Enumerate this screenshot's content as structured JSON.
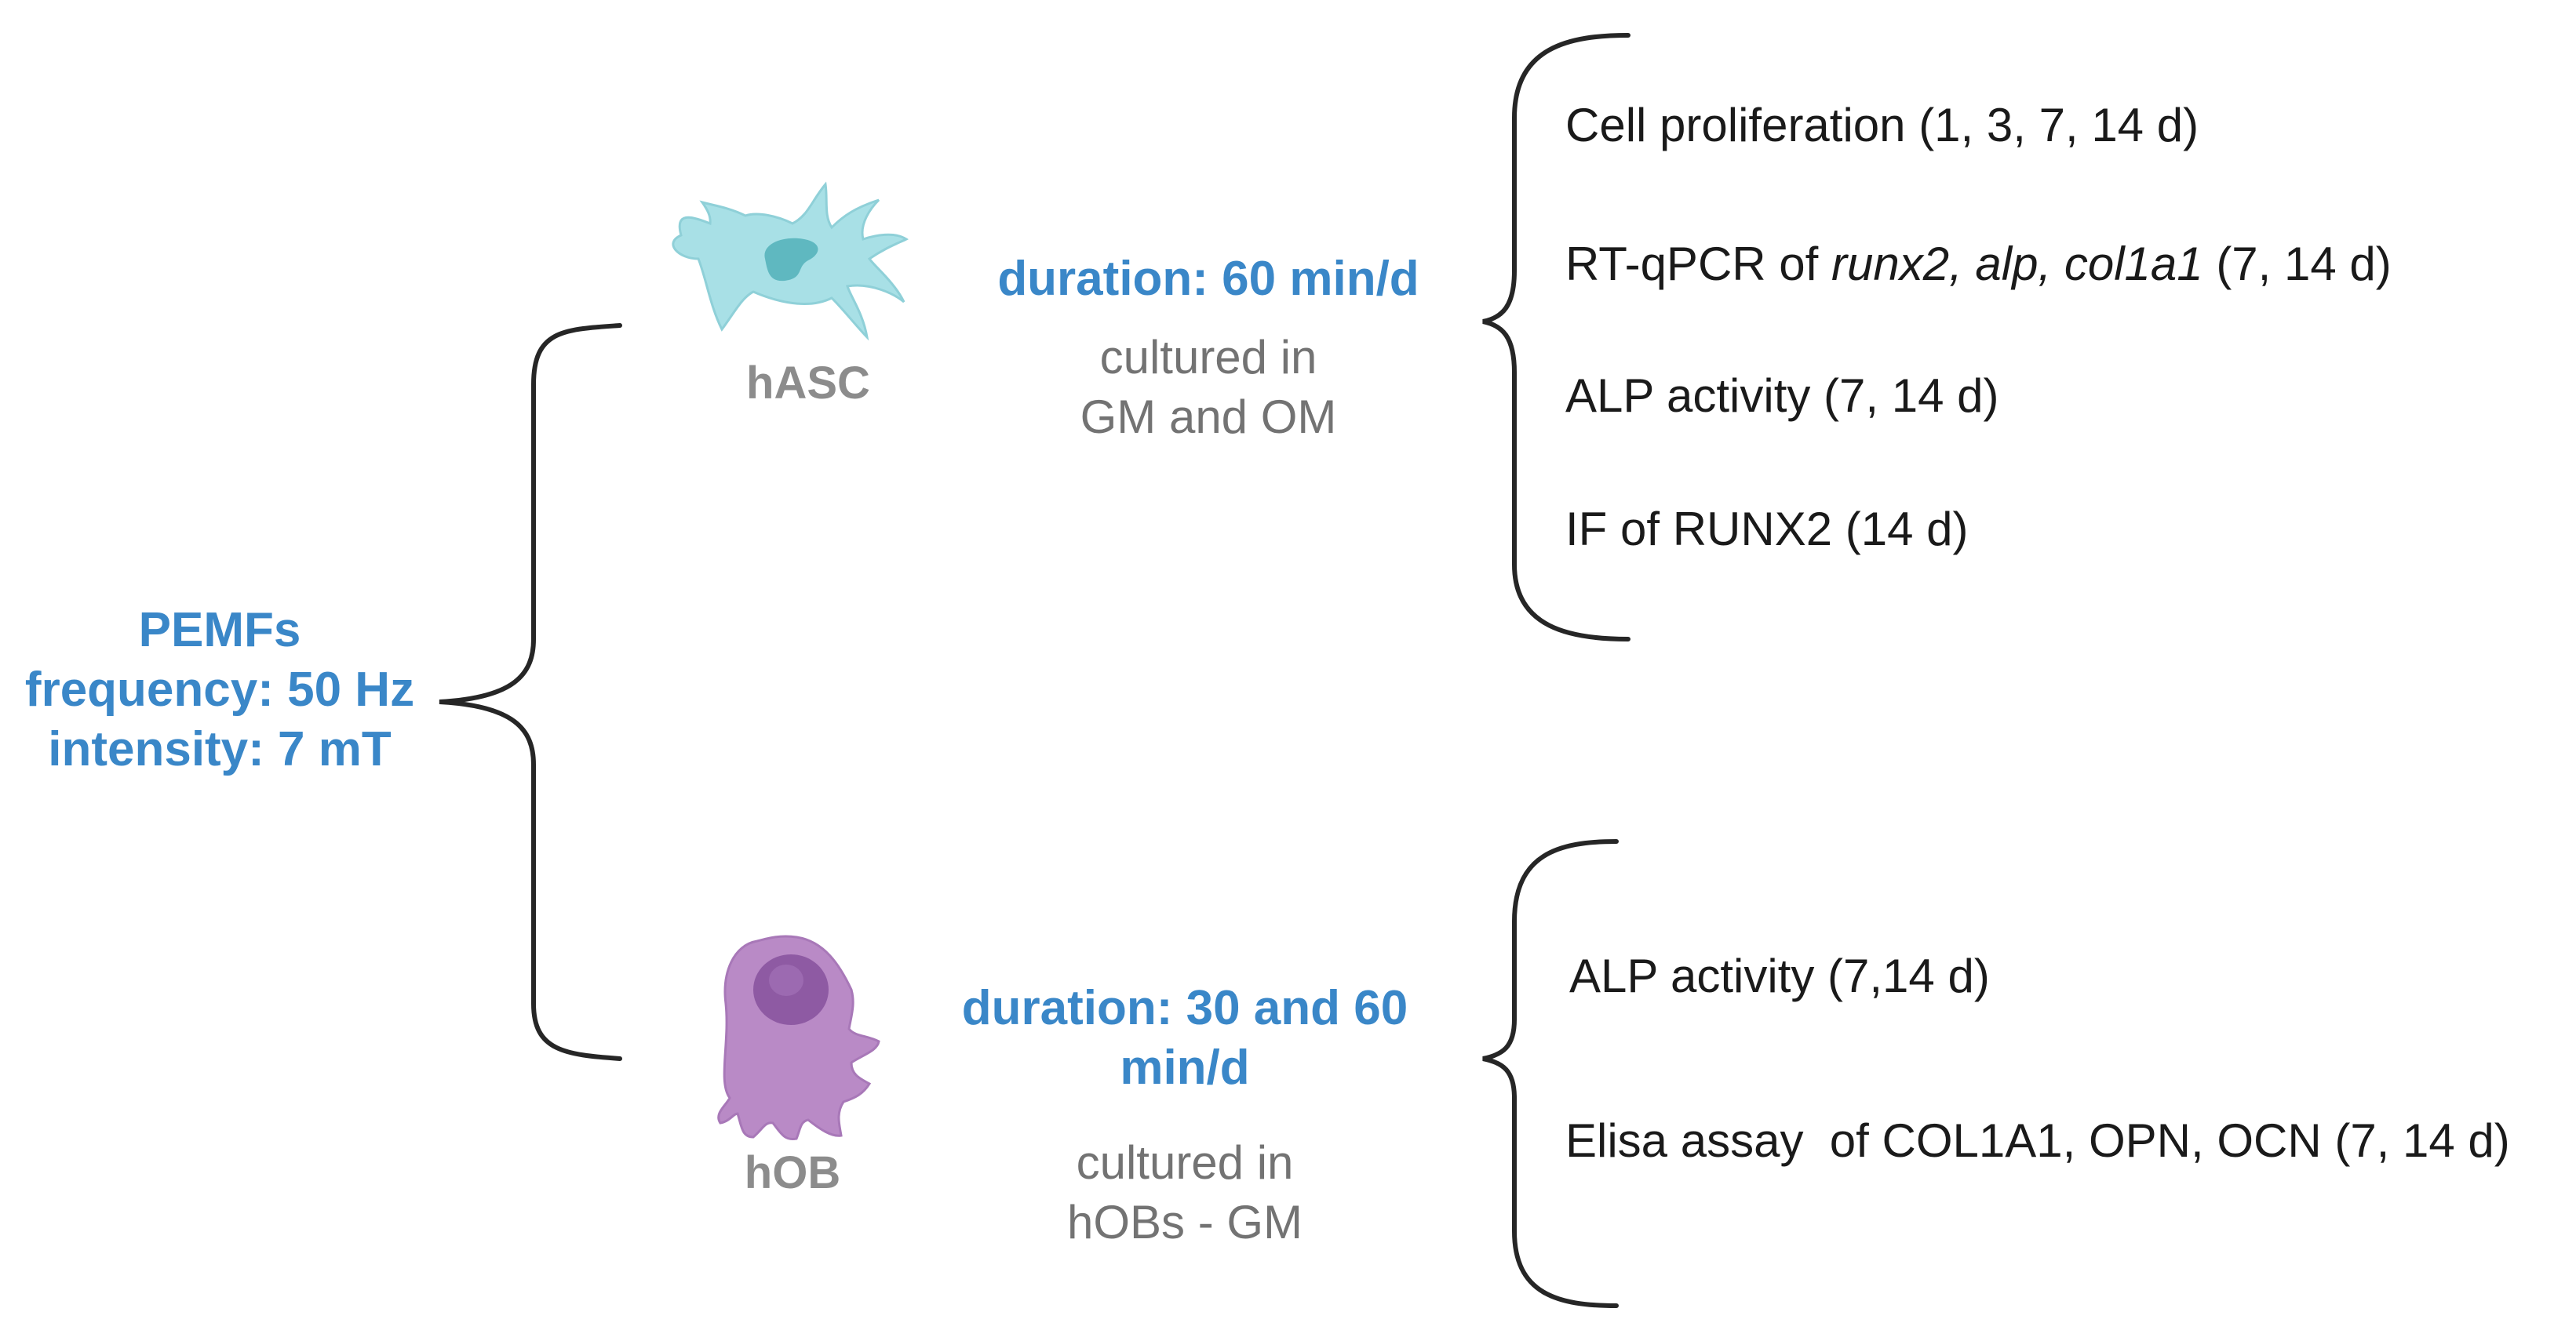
{
  "root": {
    "line1": "PEMFs",
    "line2": "frequency: 50 Hz",
    "line3": "intensity: 7 mT"
  },
  "branches": [
    {
      "cell": "hASC",
      "duration": "duration: 60 min/d",
      "culture_line1": "cultured in",
      "culture_line2": "GM and OM",
      "outcomes": {
        "o1": "Cell proliferation (1, 3, 7, 14 d)",
        "o2_prefix": "RT-qPCR of ",
        "o2_genes": "runx2, alp, col1a1",
        "o2_suffix": " (7, 14 d)",
        "o3": "ALP activity (7, 14 d)",
        "o4": "IF of RUNX2 (14 d)"
      }
    },
    {
      "cell": "hOB",
      "duration_line1": "duration: 30 and 60",
      "duration_line2": "min/d",
      "culture_line1": "cultured in",
      "culture_line2": "hOBs - GM",
      "outcomes": {
        "o1": "ALP activity (7,14 d)",
        "o2": "Elisa assay  of COL1A1, OPN, OCN (7, 14 d)"
      }
    }
  ],
  "colors": {
    "blue_text": "#3a87c8",
    "grey_text": "#737373",
    "cell_label": "#8c8c8c",
    "hasc_body": "#a8e0e6",
    "hasc_nucleus": "#5fb8c0",
    "hob_body": "#b98ac6",
    "hob_nucleus": "#8e5aa3",
    "bracket": "#262626"
  },
  "icons": {
    "hasc": "stem-cell-icon",
    "hob": "osteoblast-cell-icon"
  }
}
